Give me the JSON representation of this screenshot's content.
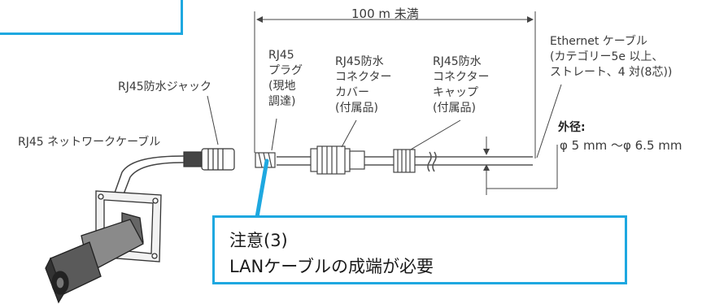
{
  "dimension": {
    "length": "100 m 未満"
  },
  "labels": {
    "rj45_plug": [
      "RJ45",
      "プラグ",
      "(現地",
      "調達)"
    ],
    "waterproof_cover": [
      "RJ45防水",
      "コネクター",
      "カバー",
      "(付属品)"
    ],
    "waterproof_cap": [
      "RJ45防水",
      "コネクター",
      "キャップ",
      "(付属品)"
    ],
    "ethernet_cable": [
      "Ethernet ケーブル",
      "(カテゴリー5e 以上、",
      "ストレート、4 対(8芯))"
    ],
    "waterproof_jack": "RJ45防水ジャック",
    "network_cable": "RJ45 ネットワークケーブル",
    "outer_diameter_title": "外径:",
    "outer_diameter_value": "φ 5 mm ～φ 6.5 mm"
  },
  "callout": {
    "line1": "注意(3)",
    "line2": "LANケーブルの成端が必要"
  },
  "colors": {
    "accent": "#1ea8e0",
    "line": "#444444"
  }
}
